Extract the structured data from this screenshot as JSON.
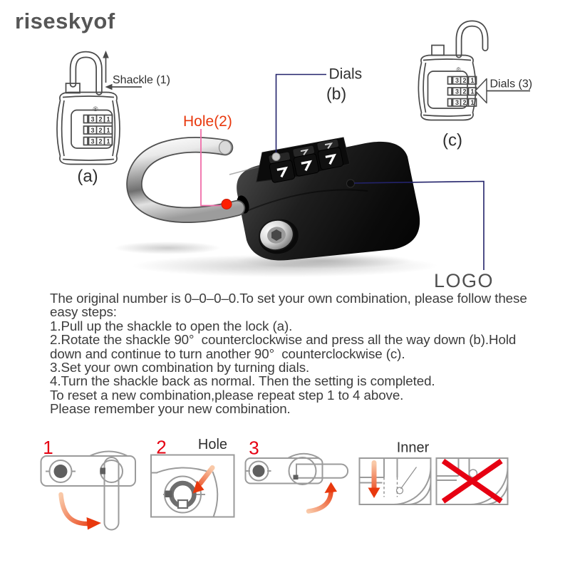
{
  "watermark": {
    "text": "riseskyof",
    "color": "#565656"
  },
  "palette": {
    "label_red": "#e8380d",
    "step_red": "#e60012",
    "callout_pink": "#f06eaa",
    "callout_navy": "#23236b",
    "text_ink": "#3c3c3c",
    "lineart_gray": "#4a4a4a",
    "diagram_gray": "#9b9b9b",
    "lock_body_black": "#141414",
    "shackle_chrome": "#c9c9c9"
  },
  "figure_a": {
    "caption": "(a)",
    "shackle_label": "Shackle (1)",
    "registered_mark": "®",
    "dial_digits": [
      "3",
      "2",
      "1"
    ]
  },
  "figure_b": {
    "dials_label": "Dials",
    "caption": "(b)",
    "hole_label": "Hole(2)",
    "logo_label": "LOGO"
  },
  "figure_c": {
    "caption": "(c)",
    "dials_label": "Dials (3)",
    "registered_mark": "®",
    "dial_digits": [
      "3",
      "2",
      "1"
    ]
  },
  "instructions": {
    "lines": [
      "The original number is 0–0–0–0.To set your own combination, please follow these",
      "easy steps:",
      "1.Pull up the shackle to open the lock (a).",
      "2.Rotate the shackle 90°  counterclockwise and press all the way down (b).Hold",
      "down and continue to turn another 90°  counterclockwise (c).",
      "3.Set your own combination by turning dials.",
      "4.Turn the shackle back as normal. Then the setting is completed.",
      "To reset a new combination,please repeat step 1 to 4 above.",
      "Please remember your new combination."
    ]
  },
  "bottom_steps": {
    "step_numbers": [
      "1",
      "2",
      "3"
    ],
    "hole_label": "Hole",
    "inner_label": "Inner"
  }
}
